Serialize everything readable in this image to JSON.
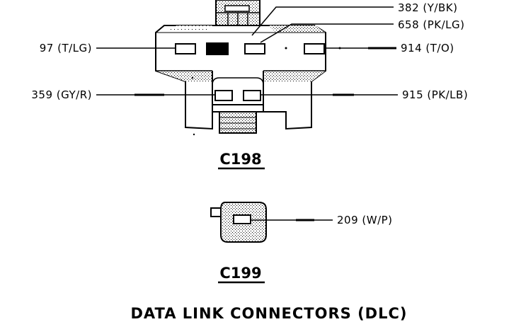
{
  "diagram": {
    "title": "DATA LINK CONNECTORS (DLC)",
    "connectors": [
      {
        "name": "C198",
        "pins": [
          {
            "label": "382 (Y/BK)"
          },
          {
            "label": "658 (PK/LG)"
          },
          {
            "label": "97 (T/LG)"
          },
          {
            "label": "914 (T/O)"
          },
          {
            "label": "359 (GY/R)"
          },
          {
            "label": "915 (PK/LB)"
          }
        ]
      },
      {
        "name": "C199",
        "pins": [
          {
            "label": "209 (W/P)"
          }
        ]
      }
    ]
  }
}
